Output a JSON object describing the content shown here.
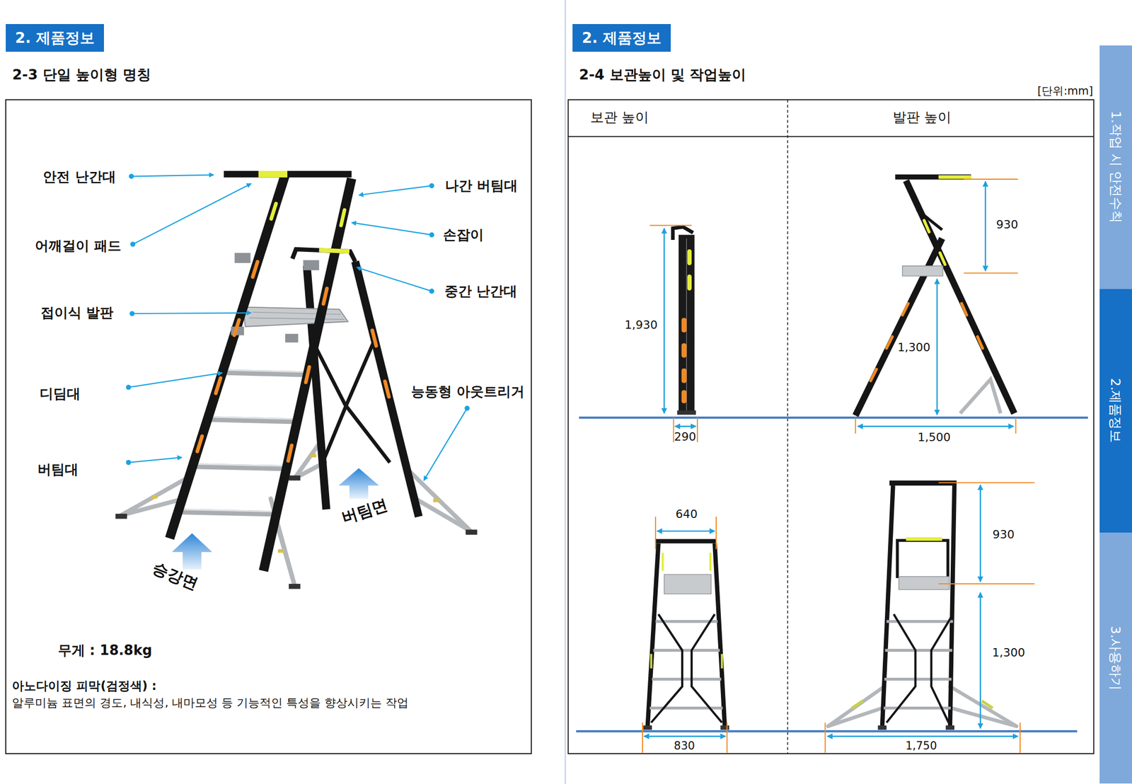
{
  "diagram": {
    "nodes": [
      {
        "text": [
          "2. 제품정보"
        ]
      },
      {
        "text": [
          "2. 제품정보"
        ]
      },
      {
        "text": [
          "1.작업 시 안전수칙"
        ]
      },
      {
        "text": [
          "2.제품정보"
        ]
      },
      {
        "text": [
          "3.사용하기"
        ]
      }
    ],
    "labels": [
      "2-3 단일 높이형 명칭",
      "안전 난간대",
      "어깨걸이 패드",
      "접이식 발판",
      "디딤대",
      "버팀대",
      "나간 버팀대",
      "손잡이",
      "중간 난간대",
      "능동형 아웃트리거",
      "버팀면",
      "승강면",
      "무게 : 18.8kg",
      "아노다이징 피막(검정색) :",
      "알루미늄 표면의 경도, 내식성, 내마모성 등 기능적인 특성을 향상시키는 작업",
      "2-4 보관높이 및 작업높이",
      "[단위:mm]",
      "보관 높이",
      "발판 높이",
      "1,930",
      "290",
      "930",
      "1,300",
      "1,500",
      "640",
      "830",
      "930",
      "1,300",
      "1,750"
    ]
  }
}
